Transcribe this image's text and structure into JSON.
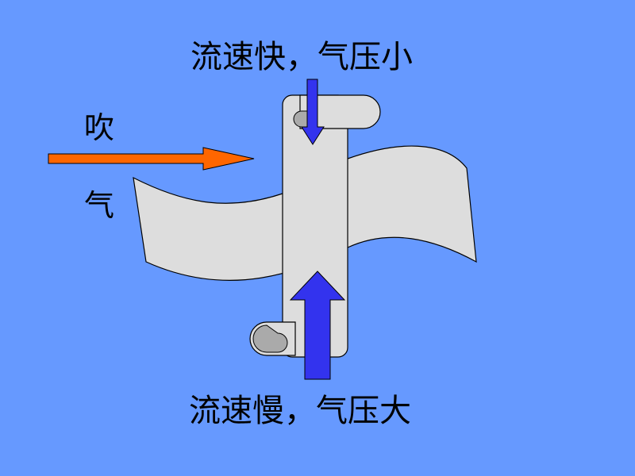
{
  "labels": {
    "top": "流速快，气压小",
    "bottom": "流速慢，气压大",
    "blow_1": "吹",
    "blow_2": "气"
  },
  "colors": {
    "background": "#6699ff",
    "paper": "#dddddd",
    "paper_outline": "#000000",
    "curl_shade": "#aaaaaa",
    "blow_arrow": "#ff6600",
    "pressure_arrow": "#3333ee"
  },
  "icons": {
    "blow_arrow": "arrow-right-icon",
    "top_arrow": "arrow-down-icon",
    "bottom_arrow": "arrow-up-icon"
  }
}
